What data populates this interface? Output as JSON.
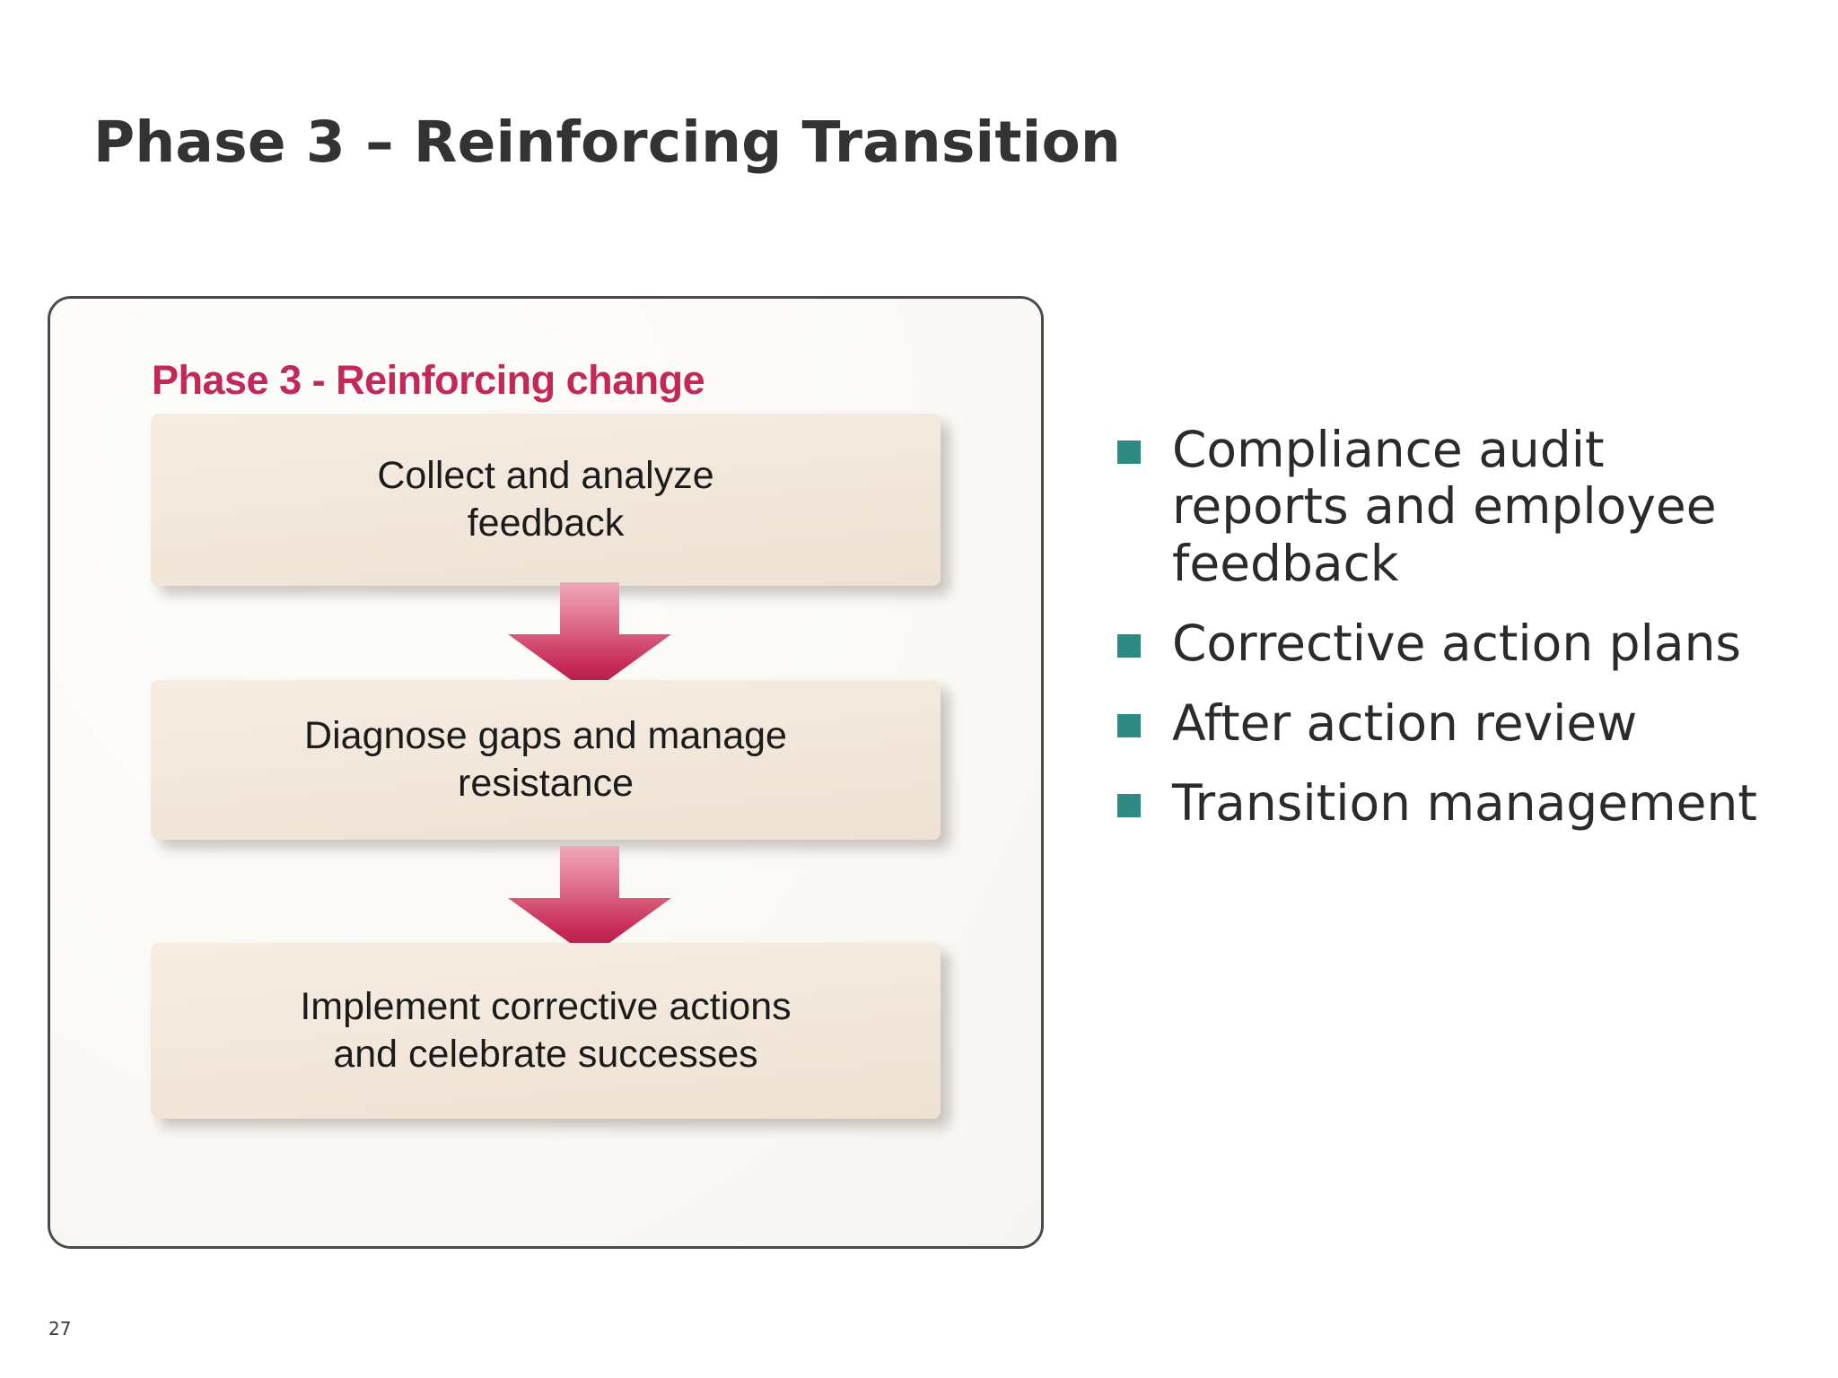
{
  "slide": {
    "title": "Phase 3 – Reinforcing Transition",
    "page_number": "27"
  },
  "diagram": {
    "heading": "Phase 3 - Reinforcing change",
    "heading_color": "#c2285a",
    "box_fill": "#f3e8dc",
    "arrow_color_top": "#e8708c",
    "arrow_color_bottom": "#c2234f",
    "steps": [
      {
        "line1": "Collect and analyze",
        "line2": "feedback"
      },
      {
        "line1": "Diagnose gaps and manage",
        "line2": "resistance"
      },
      {
        "line1": "Implement corrective actions",
        "line2": "and celebrate successes"
      }
    ],
    "arrows": [
      {
        "name": "arrow-step1-to-step2"
      },
      {
        "name": "arrow-step2-to-step3"
      }
    ]
  },
  "bullets": {
    "marker_color": "#2e8b84",
    "items": [
      "Compliance audit reports and employee feedback",
      "Corrective action plans",
      "After action review",
      "Transition management"
    ]
  }
}
